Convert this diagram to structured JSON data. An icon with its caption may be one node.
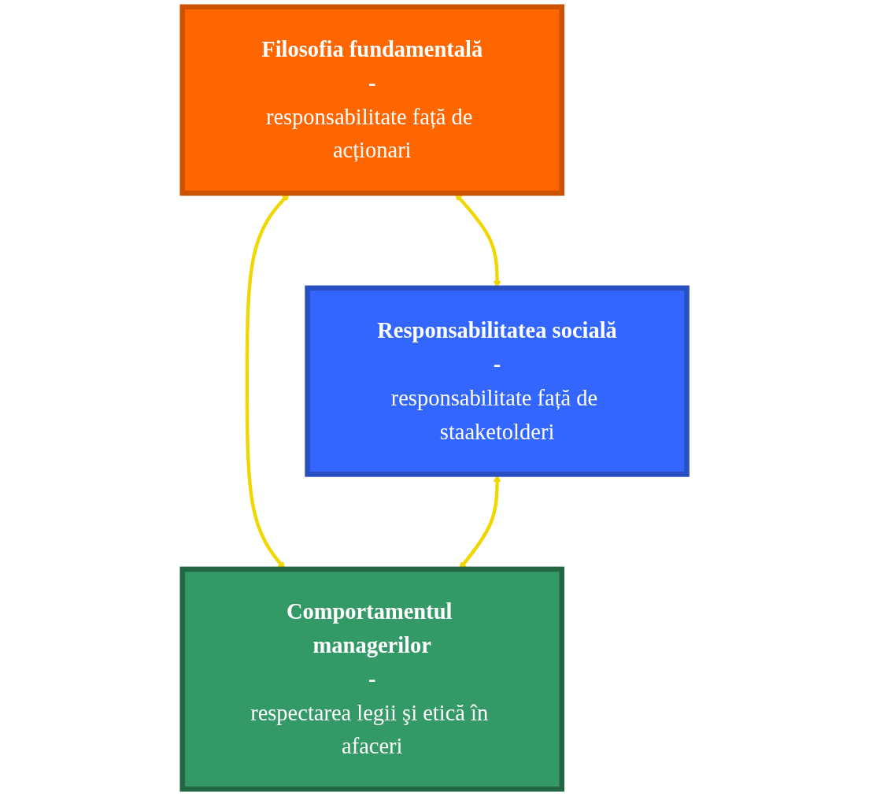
{
  "diagram": {
    "nodes": [
      {
        "text": [
          "Filosofia fundamentală",
          "-",
          "responsabilitate față de acționari"
        ]
      },
      {
        "text": [
          "Responsabilitatea socială",
          "-",
          "responsabilitate față de staaketolderi"
        ]
      },
      {
        "text": [
          "Comportamentul managerilor",
          "-",
          "respectarea legii şi etică în afaceri"
        ]
      }
    ],
    "edges": [
      {
        "from": 0,
        "to": 1,
        "arrow": "both"
      },
      {
        "from": 0,
        "to": 2,
        "arrow": "both"
      },
      {
        "from": 1,
        "to": 2,
        "arrow": "both"
      }
    ]
  }
}
